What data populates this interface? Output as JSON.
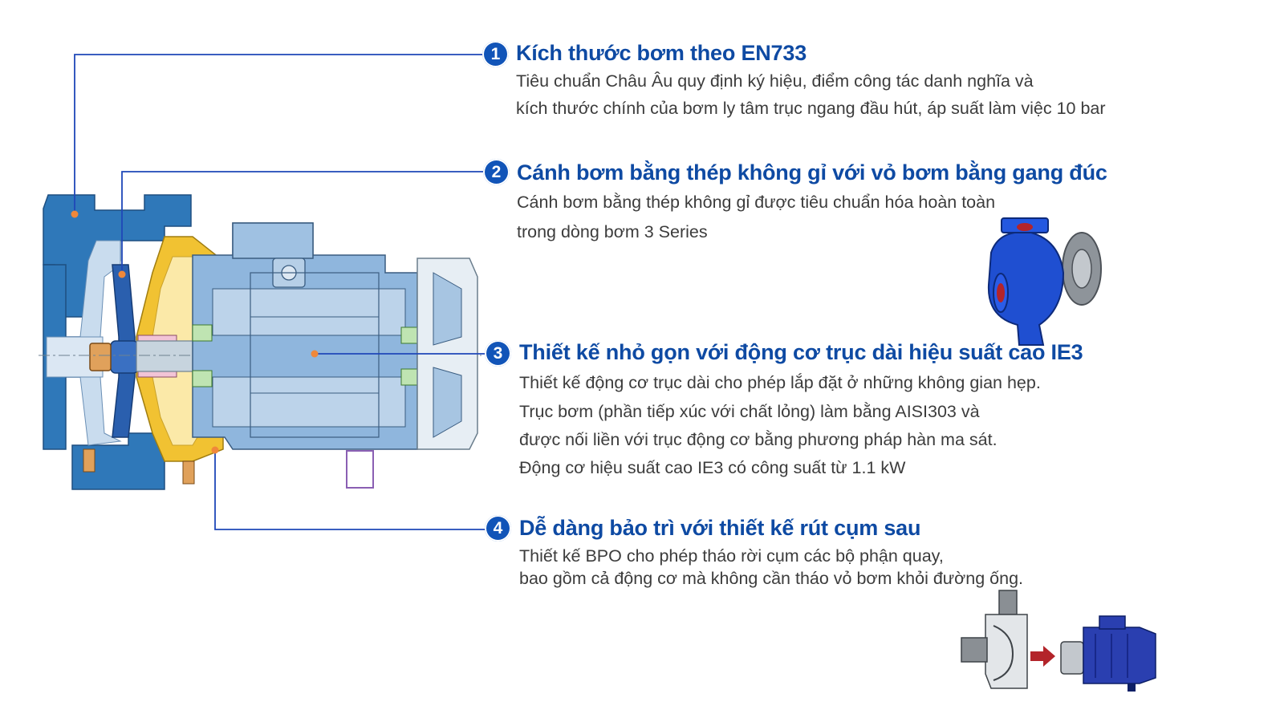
{
  "features": [
    {
      "number": "1",
      "title": "Kích thước bơm theo EN733",
      "lines": [
        "Tiêu chuẩn Châu Âu quy định ký hiệu, điểm công tác danh nghĩa và",
        "kích thước chính của bơm ly tâm trục ngang đầu hút, áp suất làm việc 10 bar"
      ]
    },
    {
      "number": "2",
      "title": "Cánh bơm bằng thép không gỉ với vỏ bơm bằng gang đúc",
      "lines": [
        "Cánh bơm bằng thép không gỉ được tiêu chuẩn hóa hoàn toàn",
        "trong dòng bơm 3 Series"
      ]
    },
    {
      "number": "3",
      "title": "Thiết kế nhỏ gọn với động cơ trục dài hiệu suất cao IE3",
      "lines": [
        "Thiết kế động cơ trục dài cho phép lắp đặt ở những không gian hẹp.",
        "Trục bơm (phần tiếp xúc với chất lỏng) làm bằng AISI303 và",
        "được nối liền với trục động cơ bằng phương pháp hàn ma sát.",
        "Động cơ hiệu suất cao IE3 có công suất từ 1.1 kW"
      ]
    },
    {
      "number": "4",
      "title": "Dễ dàng bảo trì với thiết kế rút cụm sau",
      "lines": [
        "Thiết kế BPO cho phép tháo rời cụm các bộ phận quay,",
        "bao gồm cả động cơ mà không cần tháo vỏ bơm khỏi đường ống."
      ]
    }
  ],
  "colors": {
    "accent": "#1154b8",
    "title": "#0e4aa3",
    "leader": "#1f47b8",
    "marker": "#f0883a",
    "casing": "#2f78b9",
    "motor": "#8fb6dd",
    "bracket": "#f1c232"
  },
  "icons": [
    "pump-photo",
    "bpo-illustration",
    "impeller-disc"
  ]
}
